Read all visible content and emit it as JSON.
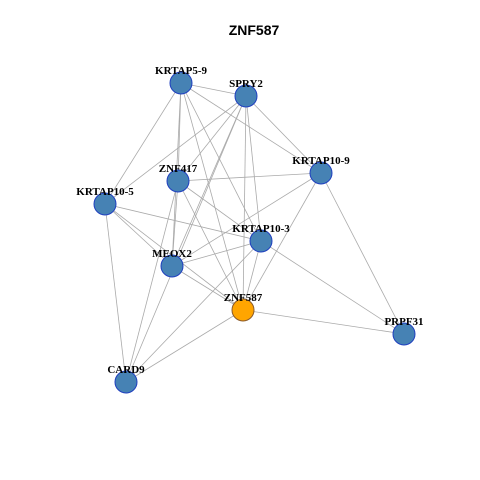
{
  "title": "ZNF587",
  "colors": {
    "default_node": "#4682B4",
    "default_stroke": "#1f3fbf",
    "focus_node": "#FFA500",
    "focus_stroke": "#8a5a2b",
    "edge": "#aaaaaa"
  },
  "nodes": [
    {
      "id": "KRTAP5-9",
      "label": "KRTAP5-9",
      "focus": false
    },
    {
      "id": "SPRY2",
      "label": "SPRY2",
      "focus": false
    },
    {
      "id": "KRTAP10-9",
      "label": "KRTAP10-9",
      "focus": false
    },
    {
      "id": "ZNF417",
      "label": "ZNF417",
      "focus": false
    },
    {
      "id": "KRTAP10-5",
      "label": "KRTAP10-5",
      "focus": false
    },
    {
      "id": "KRTAP10-3",
      "label": "KRTAP10-3",
      "focus": false
    },
    {
      "id": "MEOX2",
      "label": "MEOX2",
      "focus": false
    },
    {
      "id": "ZNF587",
      "label": "ZNF587",
      "focus": true
    },
    {
      "id": "PRPF31",
      "label": "PRPF31",
      "focus": false
    },
    {
      "id": "CARD9",
      "label": "CARD9",
      "focus": false
    }
  ],
  "edges": [
    [
      "KRTAP5-9",
      "SPRY2"
    ],
    [
      "KRTAP5-9",
      "KRTAP10-9"
    ],
    [
      "KRTAP5-9",
      "ZNF417"
    ],
    [
      "KRTAP5-9",
      "KRTAP10-5"
    ],
    [
      "KRTAP5-9",
      "KRTAP10-3"
    ],
    [
      "KRTAP5-9",
      "MEOX2"
    ],
    [
      "KRTAP5-9",
      "ZNF587"
    ],
    [
      "SPRY2",
      "KRTAP10-9"
    ],
    [
      "SPRY2",
      "ZNF417"
    ],
    [
      "SPRY2",
      "KRTAP10-5"
    ],
    [
      "SPRY2",
      "KRTAP10-3"
    ],
    [
      "SPRY2",
      "ZNF587"
    ],
    [
      "SPRY2",
      "MEOX2"
    ],
    [
      "SPRY2",
      "CARD9"
    ],
    [
      "KRTAP10-9",
      "ZNF417"
    ],
    [
      "KRTAP10-9",
      "MEOX2"
    ],
    [
      "KRTAP10-9",
      "ZNF587"
    ],
    [
      "KRTAP10-9",
      "PRPF31"
    ],
    [
      "ZNF417",
      "KRTAP10-3"
    ],
    [
      "ZNF417",
      "MEOX2"
    ],
    [
      "ZNF417",
      "ZNF587"
    ],
    [
      "ZNF417",
      "CARD9"
    ],
    [
      "KRTAP10-5",
      "KRTAP10-3"
    ],
    [
      "KRTAP10-5",
      "MEOX2"
    ],
    [
      "KRTAP10-5",
      "ZNF587"
    ],
    [
      "KRTAP10-5",
      "CARD9"
    ],
    [
      "KRTAP10-3",
      "MEOX2"
    ],
    [
      "KRTAP10-3",
      "ZNF587"
    ],
    [
      "KRTAP10-3",
      "PRPF31"
    ],
    [
      "KRTAP10-3",
      "CARD9"
    ],
    [
      "MEOX2",
      "ZNF587"
    ],
    [
      "ZNF587",
      "PRPF31"
    ],
    [
      "ZNF587",
      "CARD9"
    ]
  ]
}
